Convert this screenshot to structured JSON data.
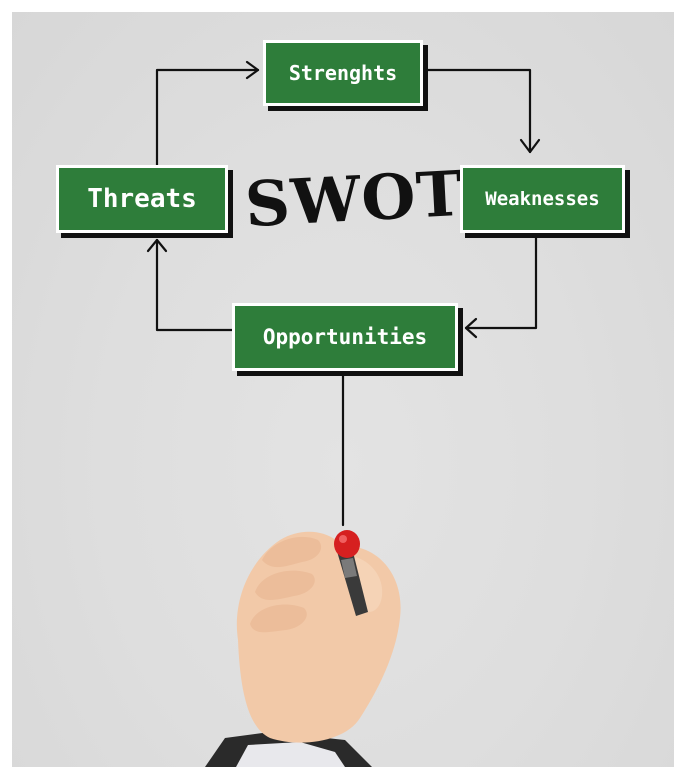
{
  "diagram": {
    "title": "SWOT",
    "boxes": {
      "strengths": "Strenghts",
      "weaknesses": "Weaknesses",
      "opportunities": "Opportunities",
      "threats": "Threats"
    },
    "flow": [
      "Strenghts",
      "Weaknesses",
      "Opportunities",
      "Threats"
    ]
  },
  "colors": {
    "box_fill": "#2e7d3a",
    "box_border": "#ffffff",
    "shadow": "#111111",
    "background": "#dedede",
    "marker_tip": "#d62020"
  },
  "illustration": {
    "subject": "hand-holding-marker-icon"
  }
}
